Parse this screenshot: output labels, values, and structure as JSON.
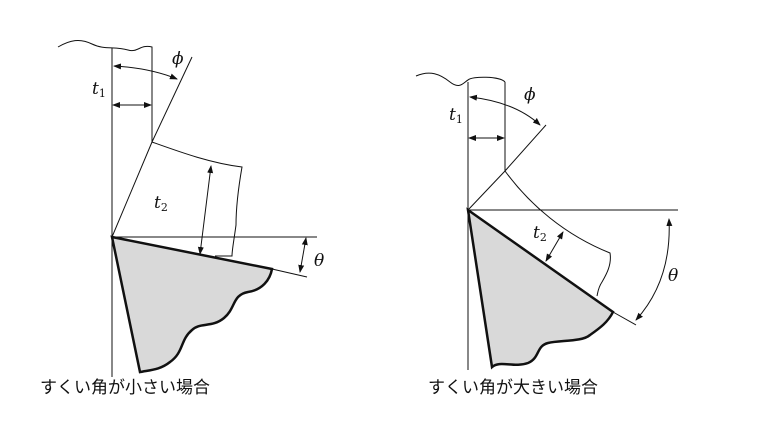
{
  "left_panel": {
    "caption": "すくい角が小さい場合",
    "labels": {
      "t1": "t",
      "t1_sub": "1",
      "t2": "t",
      "t2_sub": "2",
      "phi": "ϕ",
      "theta": "θ"
    }
  },
  "right_panel": {
    "caption": "すくい角が大きい場合",
    "labels": {
      "t1": "t",
      "t1_sub": "1",
      "t2": "t",
      "t2_sub": "2",
      "phi": "ϕ",
      "theta": "θ"
    }
  },
  "colors": {
    "tool_fill": "#d9d9d9",
    "line": "#111111"
  }
}
